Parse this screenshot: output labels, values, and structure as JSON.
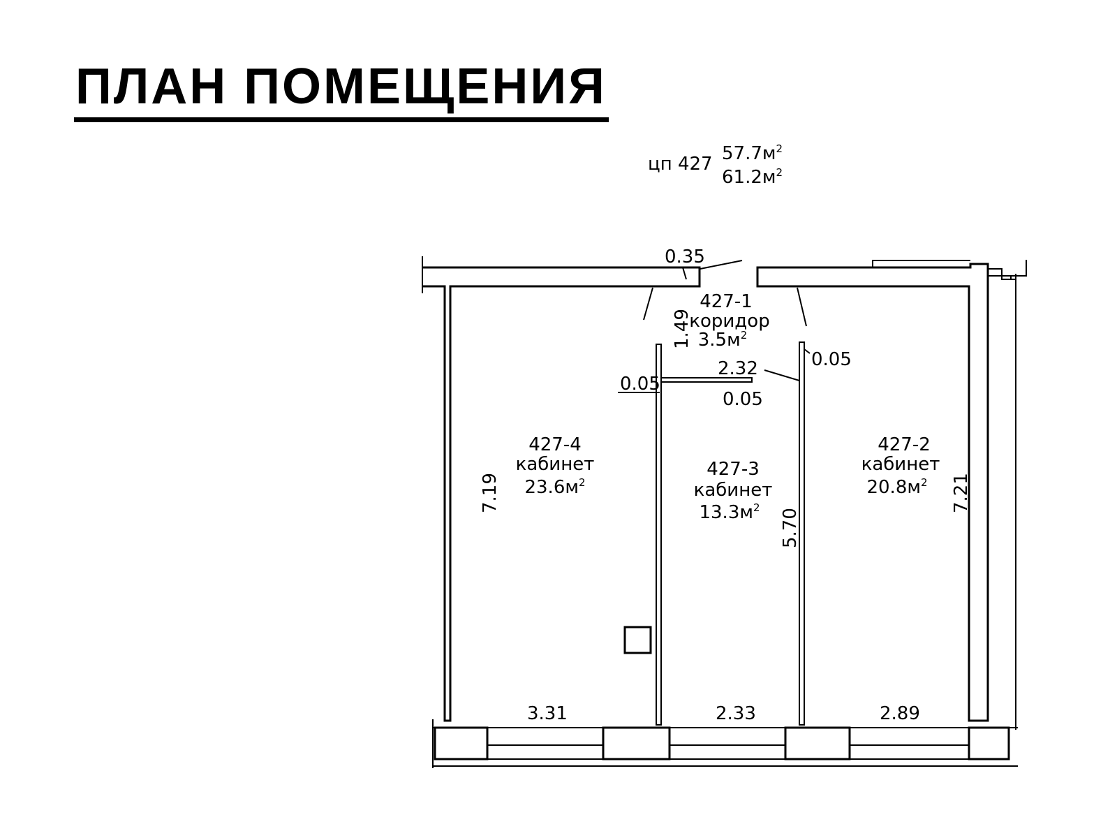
{
  "title": "ПЛАН ПОМЕЩЕНИЯ",
  "unit": {
    "id": "цп 427",
    "area_living": "57.7м",
    "area_total": "61.2м",
    "superscript": "2"
  },
  "rooms": [
    {
      "code": "427-1",
      "name": "коридор",
      "area": "3.5м"
    },
    {
      "code": "427-2",
      "name": "кабинет",
      "area": "20.8м"
    },
    {
      "code": "427-3",
      "name": "кабинет",
      "area": "13.3м"
    },
    {
      "code": "427-4",
      "name": "кабинет",
      "area": "23.6м"
    }
  ],
  "dimensions": {
    "top_wall": "0.35",
    "corridor_depth": "1.49",
    "partition_left": "0.05",
    "partition_top": "2.32",
    "partition_bottom": "0.05",
    "partition_right": "0.05",
    "room4_height": "7.19",
    "room3_height": "5.70",
    "room2_height": "7.21",
    "room4_width": "3.31",
    "room3_width": "2.33",
    "room2_width": "2.89"
  }
}
